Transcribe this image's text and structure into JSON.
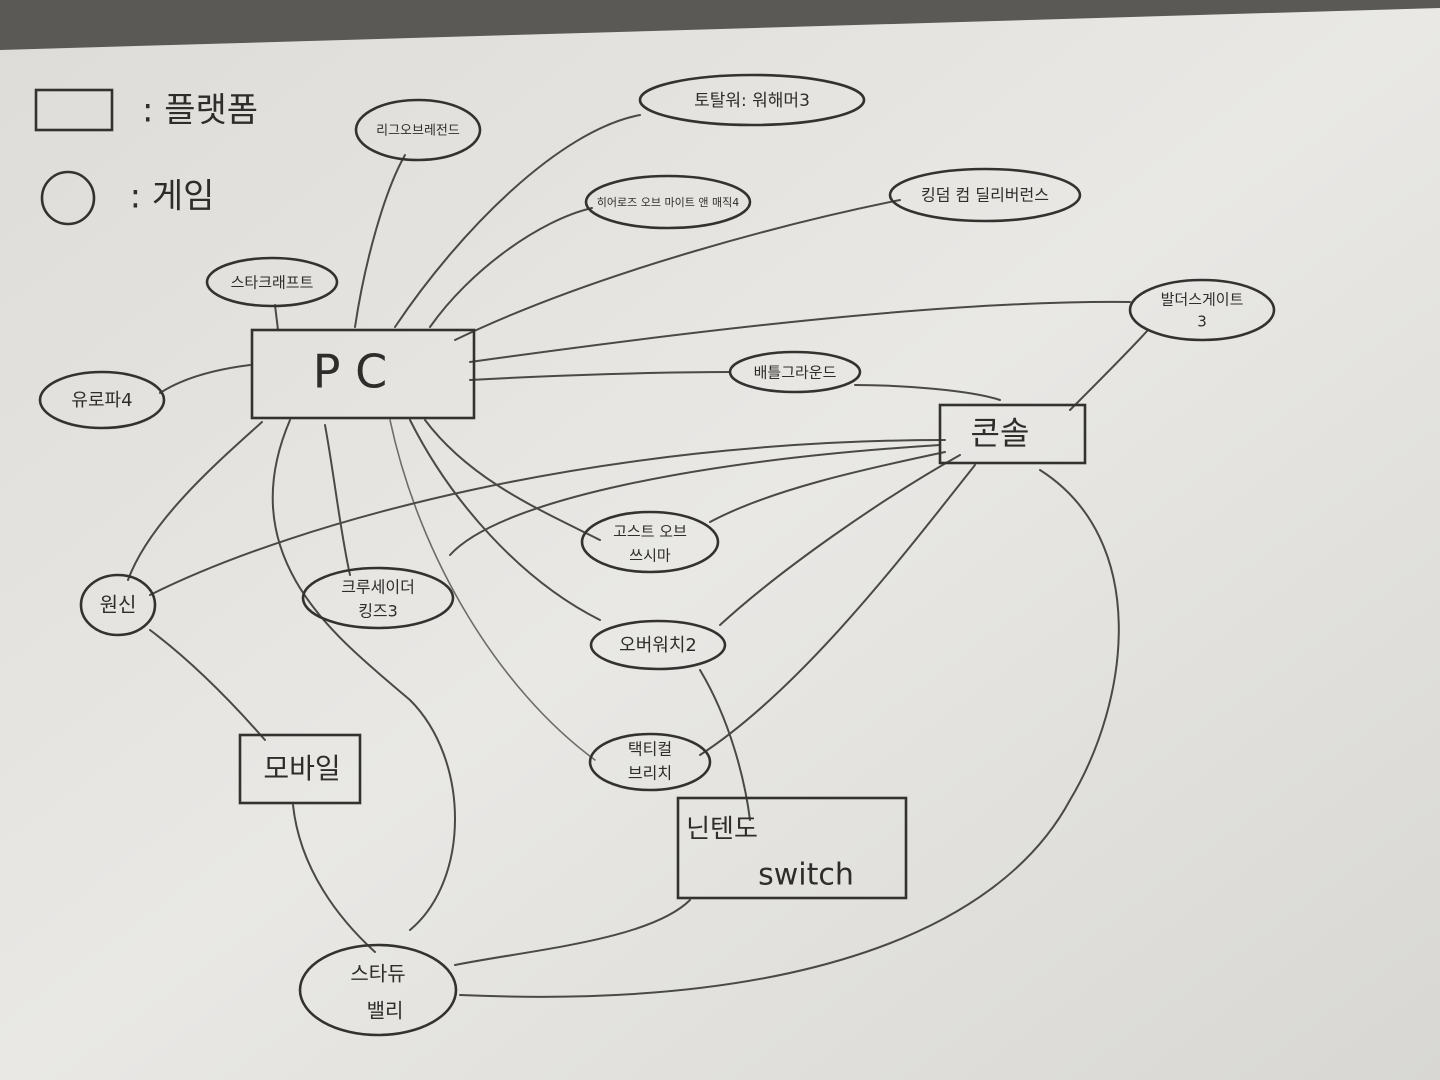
{
  "legend": {
    "platform_symbol": "□",
    "platform_label": ": 플랫폼",
    "game_symbol": "○",
    "game_label": ": 게임"
  },
  "platforms": {
    "pc": "P C",
    "console": "콘솔",
    "mobile": "모바일",
    "switch_line1": "닌텐도",
    "switch_line2": "switch"
  },
  "games": {
    "starcraft": "스타크래프트",
    "league": "리그오브레전드",
    "totalwar": "토탈워: 워해머3",
    "heroes": "히어로즈 오브 마이트 앤 매직4",
    "kingdom": "킹덤 컴 딜리버런스",
    "baldurs_line1": "발더스게이트",
    "baldurs_line2": "3",
    "battleground": "배틀그라운드",
    "europa": "유로파4",
    "genshin": "원신",
    "crusader_line1": "크루세이더",
    "crusader_line2": "킹즈3",
    "ghost_line1": "고스트 오브",
    "ghost_line2": "쓰시마",
    "overwatch": "오버워치2",
    "tactics_line1": "택티컬",
    "tactics_line2": "브리치",
    "stardew_line1": "스타듀",
    "stardew_line2": "밸리"
  }
}
